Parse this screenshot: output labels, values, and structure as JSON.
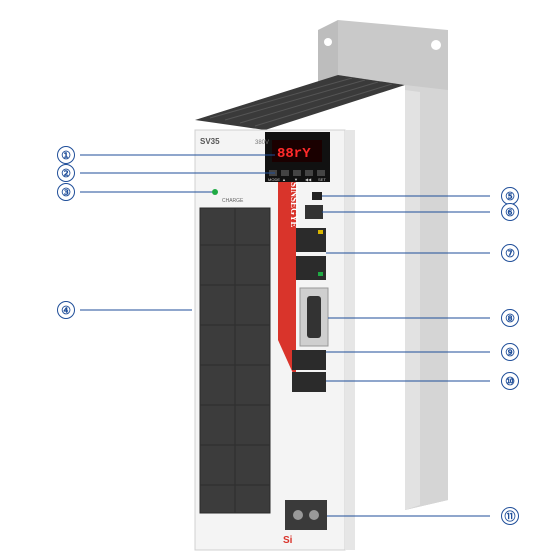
{
  "device": {
    "model_label": "SV35",
    "voltage_label": "380V",
    "brand_label": "SINSEGYE",
    "display_text": "88rY",
    "charge_label": "CHARGE",
    "key_labels": [
      "MODE",
      "▲",
      "▼",
      "◀◀",
      "SET"
    ],
    "logo_text": "Si"
  },
  "callouts": [
    {
      "number": "①",
      "target": "display"
    },
    {
      "number": "②",
      "target": "keys"
    },
    {
      "number": "③",
      "target": "charge-led"
    },
    {
      "number": "④",
      "target": "front-cover"
    },
    {
      "number": "⑤",
      "target": "usb-port"
    },
    {
      "number": "⑥",
      "target": "mini-port"
    },
    {
      "number": "⑦",
      "target": "ethernet-ports"
    },
    {
      "number": "⑧",
      "target": "db-connector"
    },
    {
      "number": "⑨",
      "target": "connector-upper"
    },
    {
      "number": "⑩",
      "target": "connector-lower"
    },
    {
      "number": "⑪",
      "target": "terminal-block"
    }
  ],
  "colors": {
    "callout": "#1f4e99",
    "brand_stripe": "#d9342b",
    "display_digits": "#ff2a2a"
  }
}
